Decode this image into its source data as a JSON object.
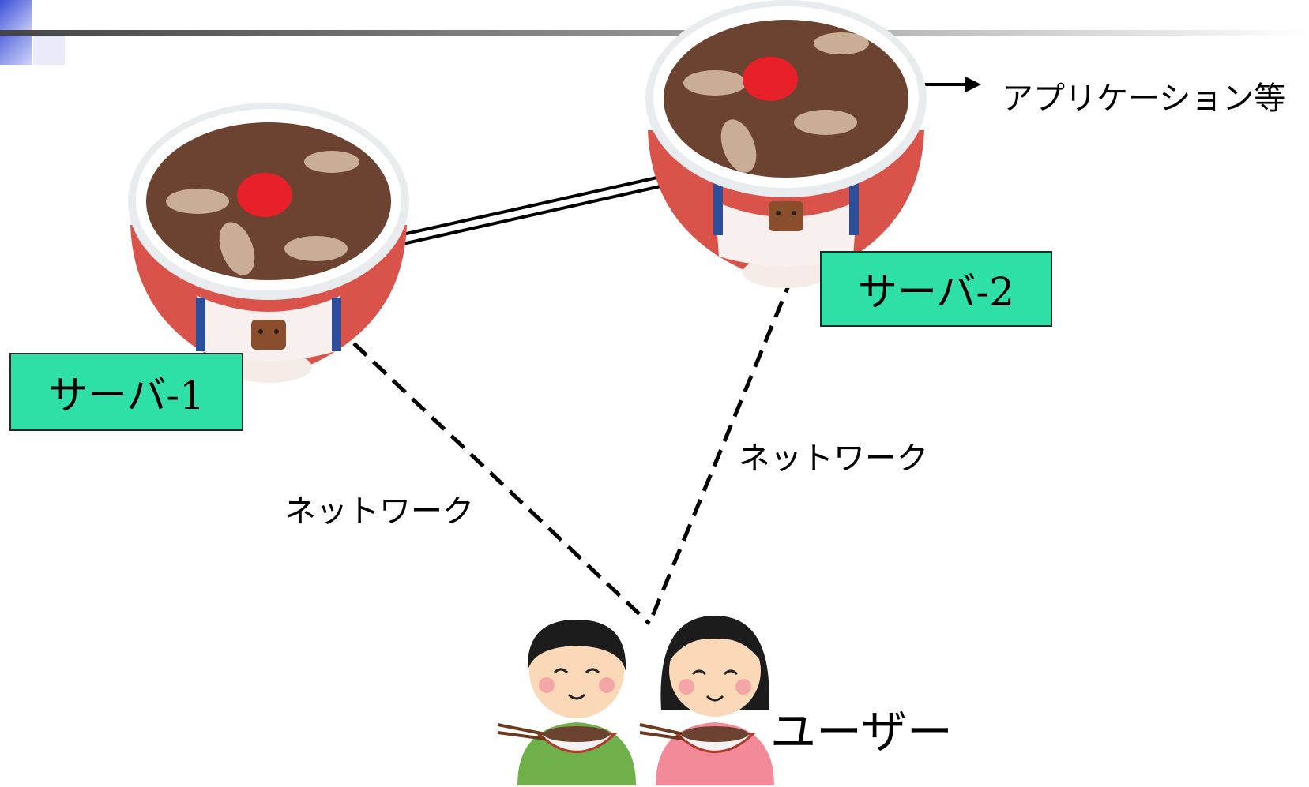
{
  "nodes": {
    "server1": {
      "label": "サーバ-1"
    },
    "server2": {
      "label": "サーバ-2"
    },
    "users": {
      "label": "ユーザー"
    }
  },
  "edges": {
    "network1": {
      "label": "ネットワーク"
    },
    "network2": {
      "label": "ネットワーク"
    }
  },
  "annotation": {
    "label": "アプリケーション等"
  },
  "colors": {
    "label_box": "#2ee0a8",
    "bowl_red": "#d9534a",
    "beef": "#6b4330",
    "ginger": "#e8202a",
    "header_blue": "#3a4ed8"
  },
  "icons": [
    "gyudon-bowl-icon",
    "boy-eating-icon",
    "girl-eating-icon",
    "arrow-right-icon"
  ]
}
